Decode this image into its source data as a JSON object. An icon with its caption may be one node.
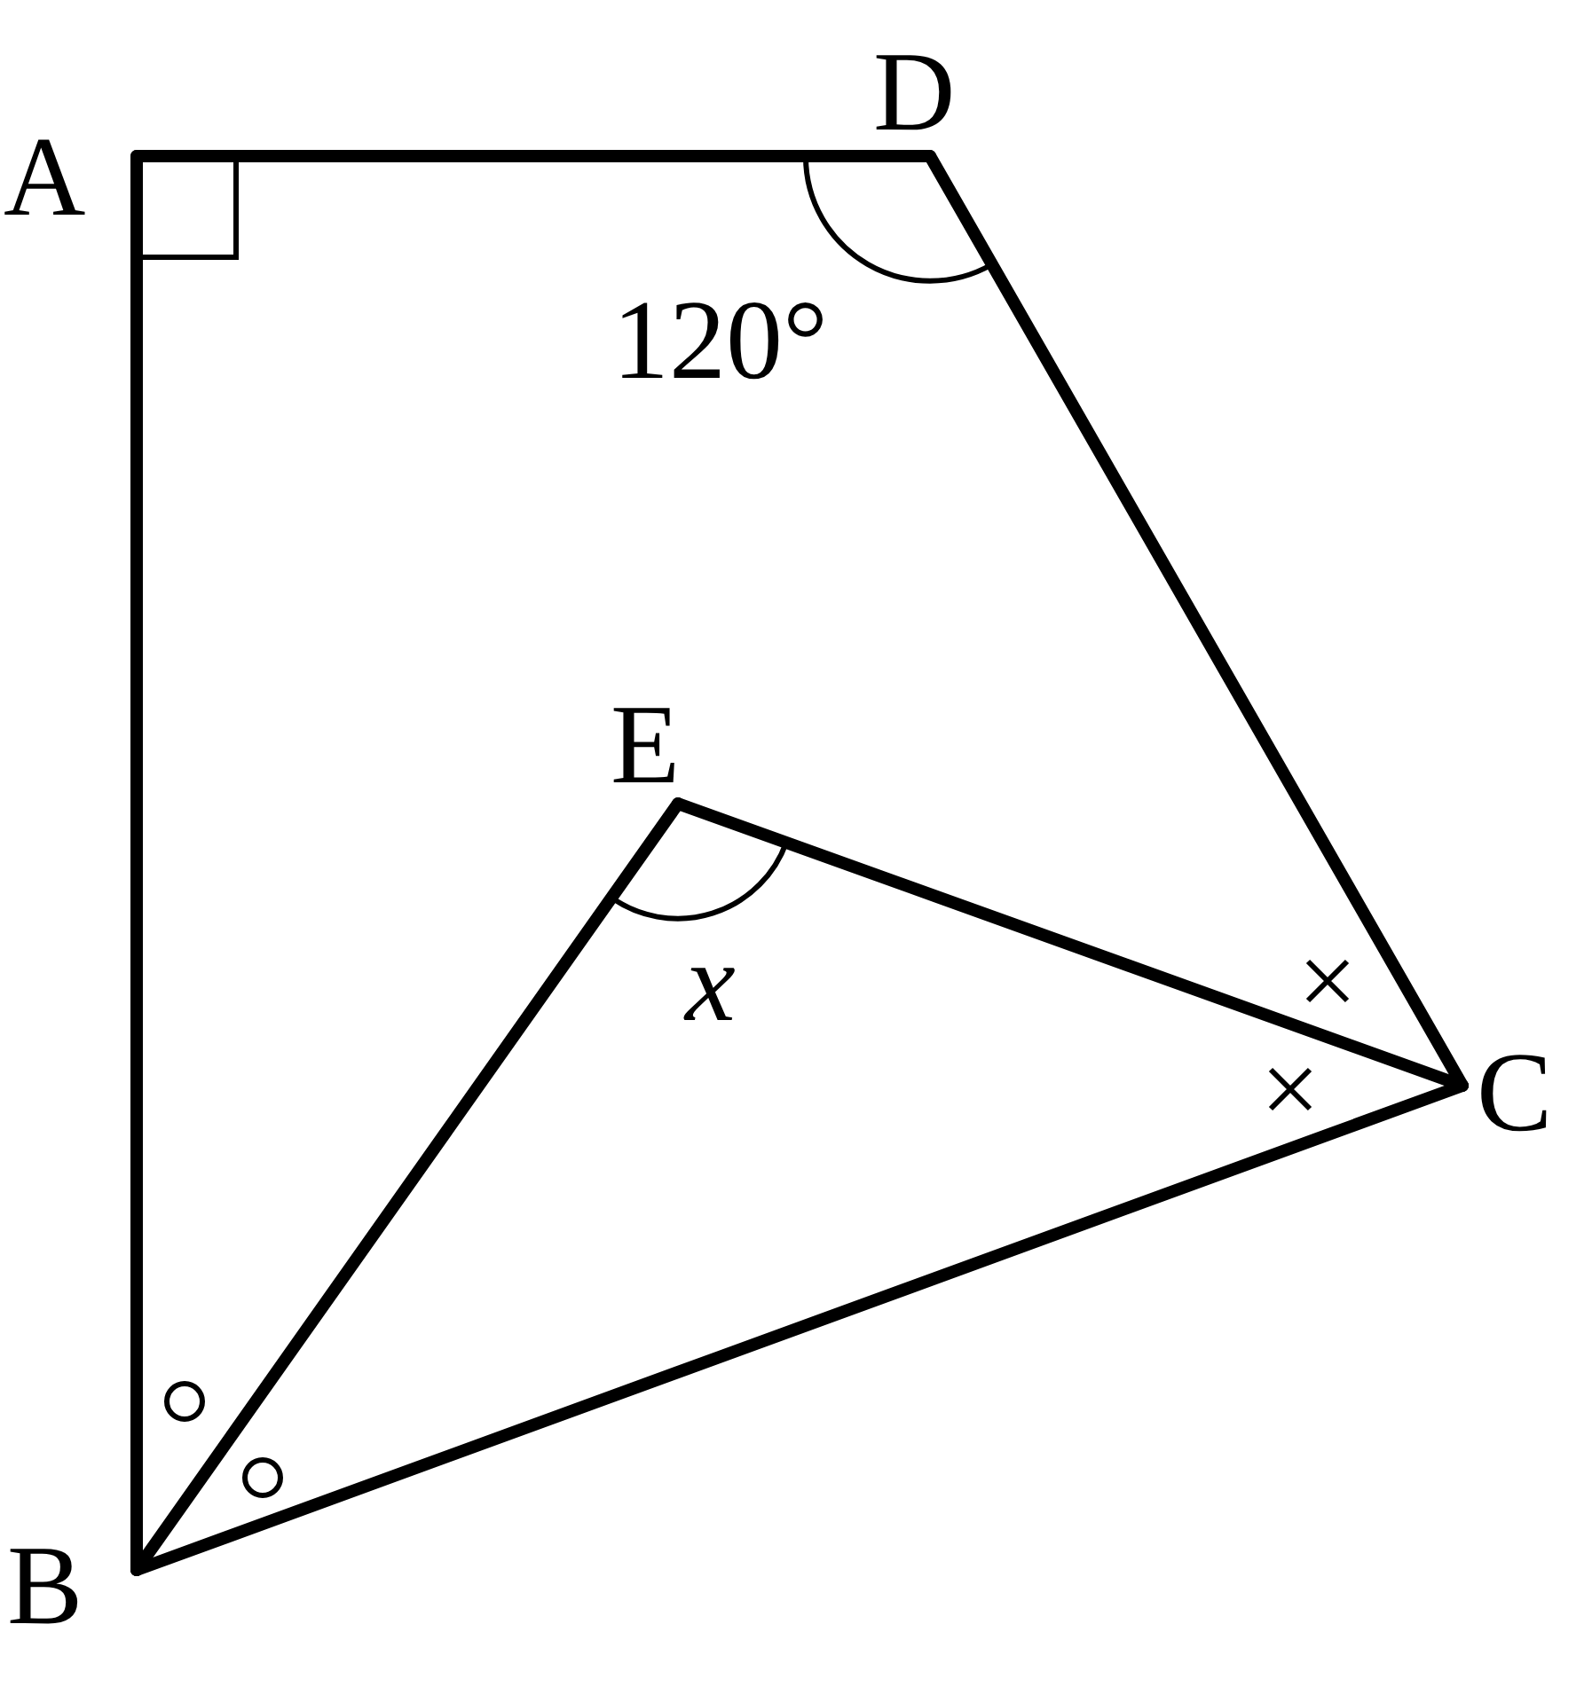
{
  "diagram": {
    "nodes": [
      {
        "text": [
          "A"
        ]
      },
      {
        "text": [
          "D"
        ]
      },
      {
        "text": [
          "E"
        ]
      },
      {
        "text": [
          "C"
        ]
      },
      {
        "text": [
          "B"
        ]
      }
    ],
    "edges": [
      {
        "from": 0,
        "to": 1,
        "arrow": "none"
      },
      {
        "from": 1,
        "to": 3,
        "arrow": "none"
      },
      {
        "from": 0,
        "to": 4,
        "arrow": "none"
      },
      {
        "from": 4,
        "to": 3,
        "arrow": "none"
      },
      {
        "from": 4,
        "to": 2,
        "arrow": "none"
      },
      {
        "from": 2,
        "to": 3,
        "arrow": "none"
      }
    ],
    "labels": [
      "120°",
      "x"
    ]
  }
}
